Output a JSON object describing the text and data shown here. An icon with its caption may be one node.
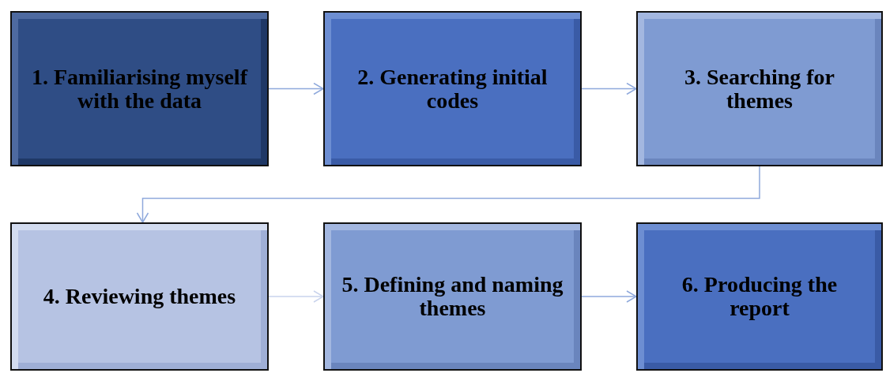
{
  "diagram": {
    "nodes": [
      {
        "text": [
          "1. Familiarising myself with the data"
        ]
      },
      {
        "text": [
          "2. Generating initial codes"
        ]
      },
      {
        "text": [
          "3. Searching for themes"
        ]
      },
      {
        "text": [
          "4. Reviewing themes"
        ]
      },
      {
        "text": [
          "5. Defining and naming themes"
        ]
      },
      {
        "text": [
          "6. Producing the report"
        ]
      }
    ],
    "edges": [
      {
        "from": 0,
        "to": 1,
        "arrow": "to"
      },
      {
        "from": 1,
        "to": 2,
        "arrow": "to"
      },
      {
        "from": 2,
        "to": 3,
        "arrow": "to"
      },
      {
        "from": 3,
        "to": 4,
        "arrow": "to",
        "color": "#c9d3ec"
      },
      {
        "from": 4,
        "to": 5,
        "arrow": "to"
      }
    ]
  }
}
